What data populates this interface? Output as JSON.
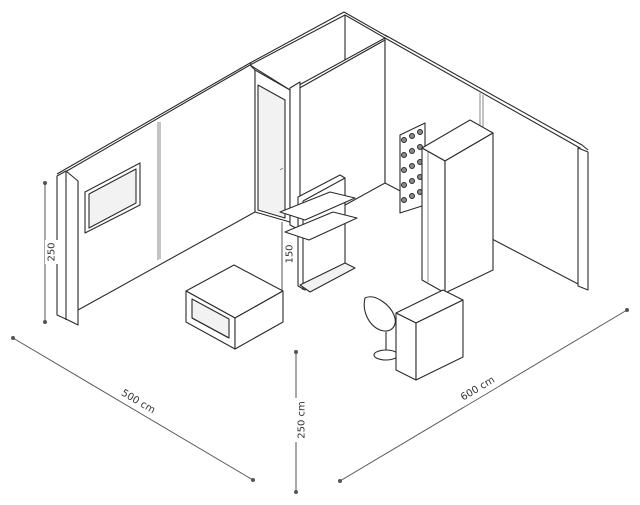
{
  "dimensions": {
    "width_depth": "500 cm",
    "height": "250 cm",
    "length": "600 cm",
    "wall_height": "250",
    "shelf_height": "150"
  },
  "colors": {
    "line": "#2b2b2b",
    "dimension": "#555555",
    "label_bg": "#ffffff"
  }
}
